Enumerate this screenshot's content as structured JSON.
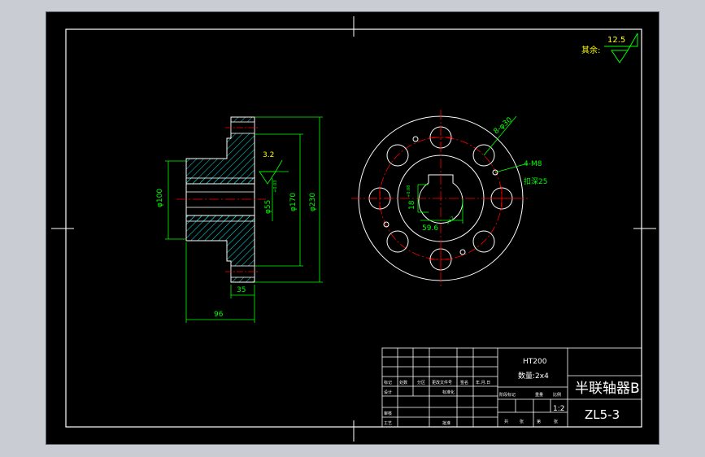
{
  "colors": {
    "background": "#000000",
    "frame": "#ffffff",
    "dimension": "#00ff00",
    "hatch": "#00ffff",
    "centerline": "#ff0000",
    "tech_note": "#ffff00"
  },
  "surface_finish_note": {
    "label": "其余:",
    "value": "12.5"
  },
  "side_view": {
    "roughness": "3.2",
    "dims": {
      "hub_diameter": "φ100",
      "bore_diameter": "φ55",
      "bore_tolerance": "+0.03\n0",
      "bolt_circle": "φ170",
      "outer_diameter": "φ230",
      "flange_width": "35",
      "overall_length": "96"
    }
  },
  "front_view": {
    "hole_callout": "8-φ30",
    "thread_callout": "4-M8",
    "thread_depth": "扣深25",
    "keyway_width": "18",
    "keyway_tolerance": "+0.08\n0",
    "keyway_depth": "59.6",
    "keyway_depth_tol": "+0.2\n0"
  },
  "title_block": {
    "material": "HT200",
    "quantity": "数量:2x4",
    "part_name": "半联轴器B",
    "drawing_no": "ZL5-3",
    "scale": "1:2",
    "header_labels": [
      "标记",
      "处数",
      "分区",
      "更改文件号",
      "签名",
      "年.月.日"
    ],
    "left_labels": [
      "设计",
      "审核",
      "工艺"
    ],
    "mid_labels": [
      "标准化",
      "批准"
    ],
    "right_labels": [
      "阶段标记",
      "重量",
      "比例"
    ],
    "bottom_labels": [
      "共",
      "张",
      "第",
      "张"
    ]
  }
}
